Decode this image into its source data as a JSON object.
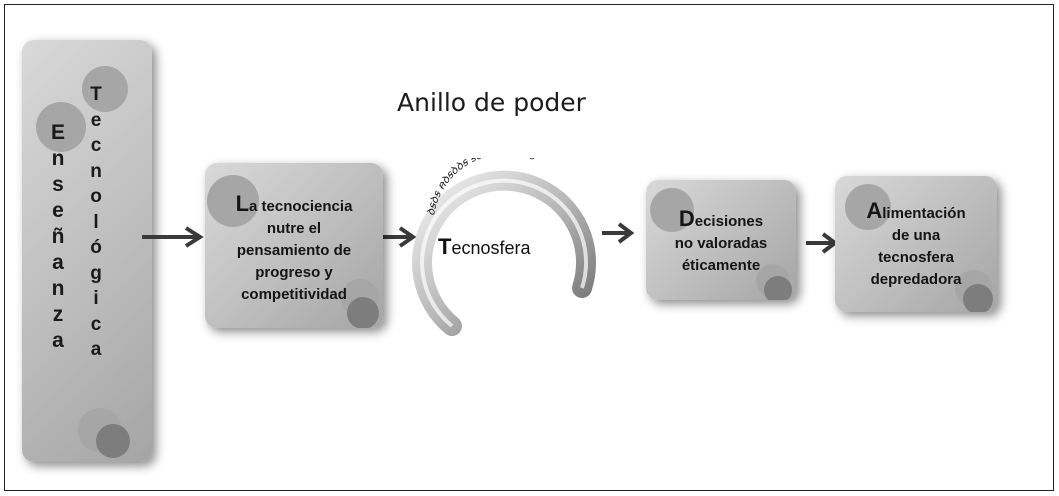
{
  "diagram": {
    "title": "Anillo de poder",
    "column_left": [
      "E",
      "n",
      "s",
      "e",
      "ñ",
      "a",
      "n",
      "z",
      "a"
    ],
    "column_right": [
      "T",
      "e",
      "c",
      "n",
      "o",
      "l",
      "ó",
      "g",
      "i",
      "c",
      "a"
    ],
    "box1": {
      "initial": "L",
      "rest": "a tecnociencia",
      "lines": [
        "nutre el",
        "pensamiento de",
        "progreso y",
        "competitividad"
      ]
    },
    "ring": {
      "initial": "T",
      "rest": "ecnosfera",
      "inscription": "ꝺꞩꝺꞩ ꞥꝺꞩꝺꝺꞩ ꞩꝺꞥꝺꞩ ꝺꞩꝺꞩꝺ"
    },
    "box3": {
      "initial": "D",
      "rest": "ecisiones",
      "lines": [
        "no valoradas",
        "éticamente"
      ]
    },
    "box4": {
      "initial": "A",
      "rest": "limentación",
      "lines": [
        "de una",
        "tecnosfera",
        "depredadora"
      ]
    }
  },
  "colors": {
    "card_light": "#d9d9d9",
    "card_dark": "#a5a5a5",
    "arrow": "#3a3a3a",
    "text": "#141414"
  }
}
